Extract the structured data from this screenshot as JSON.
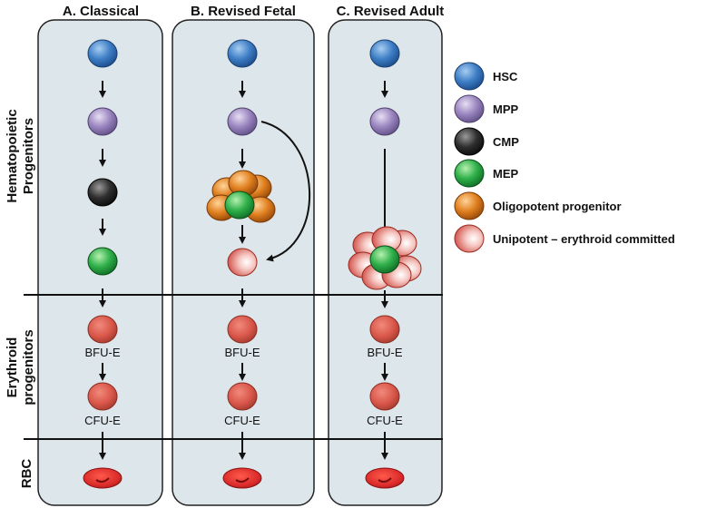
{
  "headers": {
    "classical": "A. Classical",
    "revised_fetal": "B. Revised Fetal",
    "revised_adult": "C. Revised Adult"
  },
  "side_labels": {
    "hematopoietic_1": "Hematopoietic",
    "hematopoietic_2": "Progenitors",
    "erythroid_1": "Erythroid",
    "erythroid_2": "progenitors",
    "rbc": "RBC"
  },
  "stage_labels": {
    "bfu": "BFU-E",
    "cfu": "CFU-E"
  },
  "legend": [
    {
      "label": "HSC",
      "color": "#3f7fc6",
      "icon": "hsc-cell-icon"
    },
    {
      "label": "MPP",
      "color": "#9b86c0",
      "icon": "mpp-cell-icon"
    },
    {
      "label": "CMP",
      "color": "#3a3a3a",
      "icon": "cmp-cell-icon"
    },
    {
      "label": "MEP",
      "color": "#2fb04a",
      "icon": "mep-cell-icon"
    },
    {
      "label": "Oligopotent progenitor",
      "color": "#e0801f",
      "icon": "oligopotent-cell-icon"
    },
    {
      "label": "Unipotent – erythroid committed",
      "color": "#e0605a",
      "icon": "unipotent-cell-icon"
    }
  ],
  "colors": {
    "panel_fill": "#dde6ea",
    "erythroid_cell": "#d9574a",
    "rbc": "#d92a2a"
  }
}
